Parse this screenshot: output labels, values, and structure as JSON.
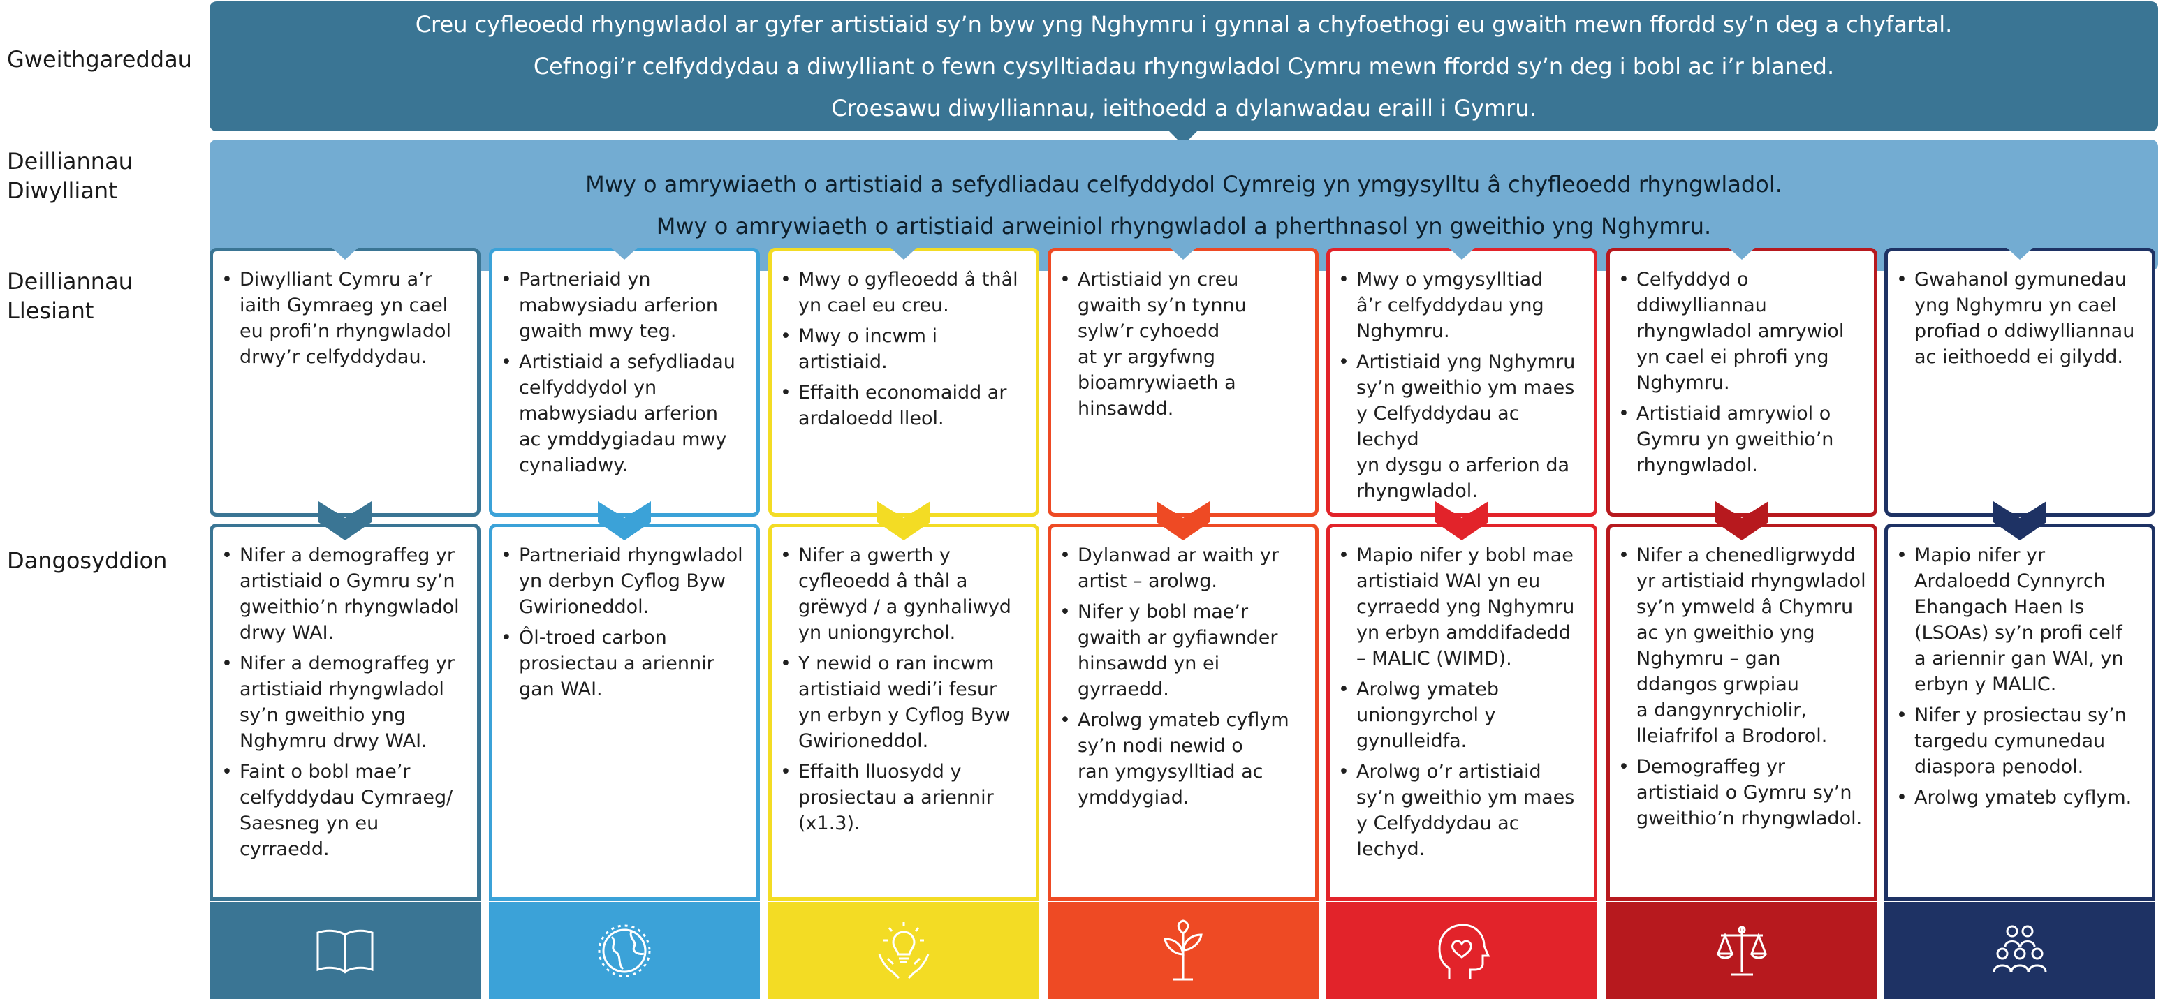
{
  "row_labels": {
    "activities": "Gweithgareddau",
    "cultural": "Deilliannau\nDiwylliant",
    "wellbeing": "Deilliannau\nLlesiant",
    "indicators": "Dangosyddion"
  },
  "activities": {
    "lines": [
      "Creu cyfleoedd rhyngwladol ar gyfer artistiaid sy’n byw yng Nghymru i gynnal a chyfoethogi eu gwaith mewn ffordd sy’n deg a chyfartal.",
      "Cefnogi’r celfyddydau a diwylliant o fewn cysylltiadau rhyngwladol Cymru mewn ffordd sy’n deg i bobl ac i’r blaned.",
      "Croesawu diwylliannau, ieithoedd a dylanwadau eraill i Gymru."
    ]
  },
  "cultural_outcomes": {
    "lines": [
      "Mwy o amrywiaeth o artistiaid a sefydliadau celfyddydol Cymreig yn ymgysylltu â chyfleoedd rhyngwladol.",
      "Mwy o amrywiaeth o artistiaid arweiniol rhyngwladol a pherthnasol yn gweithio yng Nghymru."
    ]
  },
  "colors": {
    "activities_band": "#3a7594",
    "cultural_band": "#73acd2",
    "columns": [
      "#3a7594",
      "#3ba2d8",
      "#f3dc24",
      "#ee4a24",
      "#e2232a",
      "#b7191e",
      "#1e3264"
    ]
  },
  "columns": [
    {
      "icon": "book-icon",
      "wellbeing": [
        "Diwylliant Cymru a’r\niaith Gymraeg yn cael\neu profi’n rhyngwladol\ndrwy’r celfyddydau."
      ],
      "indicators": [
        "Nifer a demograffeg yr\nartistiaid o Gymru sy’n\ngweithio’n rhyngwladol\ndrwy WAI.",
        "Nifer a demograffeg yr\nartistiaid rhyngwladol\nsy’n gweithio yng\nNghymru drwy WAI.",
        "Faint o bobl mae’r\ncelfyddydau Cymraeg/\nSaesneg yn eu\ncyrraedd."
      ]
    },
    {
      "icon": "globe-icon",
      "wellbeing": [
        "Partneriaid yn\nmabwysiadu arferion\ngwaith mwy teg.",
        "Artistiaid a sefydliadau\ncelfyddydol yn\nmabwysiadu arferion\nac ymddygiadau mwy\ncynaliadwy."
      ],
      "indicators": [
        "Partneriaid rhyngwladol\nyn derbyn Cyflog Byw\nGwirioneddol.",
        "Ôl-troed carbon\nprosiectau a ariennir\ngan WAI."
      ]
    },
    {
      "icon": "lightbulb-hands-icon",
      "wellbeing": [
        "Mwy o gyfleoedd â thâl\nyn cael eu creu.",
        "Mwy o incwm i\nartistiaid.",
        "Effaith economaidd ar\nardaloedd lleol."
      ],
      "indicators": [
        "Nifer a gwerth y\ncyfleoedd â thâl a\ngrëwyd / a gynhaliwyd\nyn uniongyrchol.",
        "Y newid o ran incwm\nartistiaid wedi’i fesur\nyn erbyn y Cyflog Byw\nGwirioneddol.",
        "Effaith lluosydd y\nprosiectau a ariennir\n(x1.3)."
      ]
    },
    {
      "icon": "plant-icon",
      "wellbeing": [
        "Artistiaid yn creu\ngwaith sy’n tynnu\nsylw’r cyhoedd\nat yr argyfwng\nbioamrywiaeth a\nhinsawdd."
      ],
      "indicators": [
        "Dylanwad ar waith yr\nartist – arolwg.",
        "Nifer y bobl mae’r\ngwaith ar gyfiawnder\nhinsawdd yn ei\ngyrraedd.",
        "Arolwg ymateb cyflym\nsy’n nodi newid o\nran ymgysylltiad ac\nymddygiad."
      ]
    },
    {
      "icon": "head-heart-icon",
      "wellbeing": [
        "Mwy o ymgysylltiad\nâ’r celfyddydau yng\nNghymru.",
        "Artistiaid yng Nghymru\nsy’n gweithio ym maes\ny Celfyddydau ac Iechyd\nyn dysgu o arferion da\nrhyngwladol."
      ],
      "indicators": [
        "Mapio nifer y bobl mae\nartistiaid WAI yn eu\ncyrraedd yng Nghymru\nyn erbyn amddifadedd\n– MALIC (WIMD).",
        "Arolwg ymateb\nuniongyrchol y\ngynulleidfa.",
        "Arolwg o’r artistiaid\nsy’n gweithio ym maes\ny Celfyddydau ac\nIechyd."
      ]
    },
    {
      "icon": "scales-icon",
      "wellbeing": [
        "Celfyddyd o\nddiwylliannau\nrhyngwladol amrywiol\nyn cael ei phrofi yng\nNghymru.",
        "Artistiaid amrywiol o\nGymru yn gweithio’n\nrhyngwladol."
      ],
      "indicators": [
        "Nifer a chenedligrwydd\nyr artistiaid rhyngwladol\nsy’n ymweld â Chymru\nac yn gweithio yng\nNghymru – gan\nddangos grwpiau\na dangynrychiolir,\nlleiafrifol a Brodorol.",
        "Demograffeg yr\nartistiaid o Gymru sy’n\ngweithio’n rhyngwladol."
      ]
    },
    {
      "icon": "people-group-icon",
      "wellbeing": [
        "Gwahanol gymunedau\nyng Nghymru yn cael\nprofiad o ddiwylliannau\nac ieithoedd ei gilydd."
      ],
      "indicators": [
        "Mapio nifer yr\nArdaloedd Cynnyrch\nEhangach Haen Is\n(LSOAs) sy’n profi celf\na ariennir gan WAI, yn\nerbyn y MALIC.",
        "Nifer y prosiectau sy’n\ntargedu cymunedau\ndiaspora penodol.",
        "Arolwg ymateb cyflym."
      ]
    }
  ]
}
